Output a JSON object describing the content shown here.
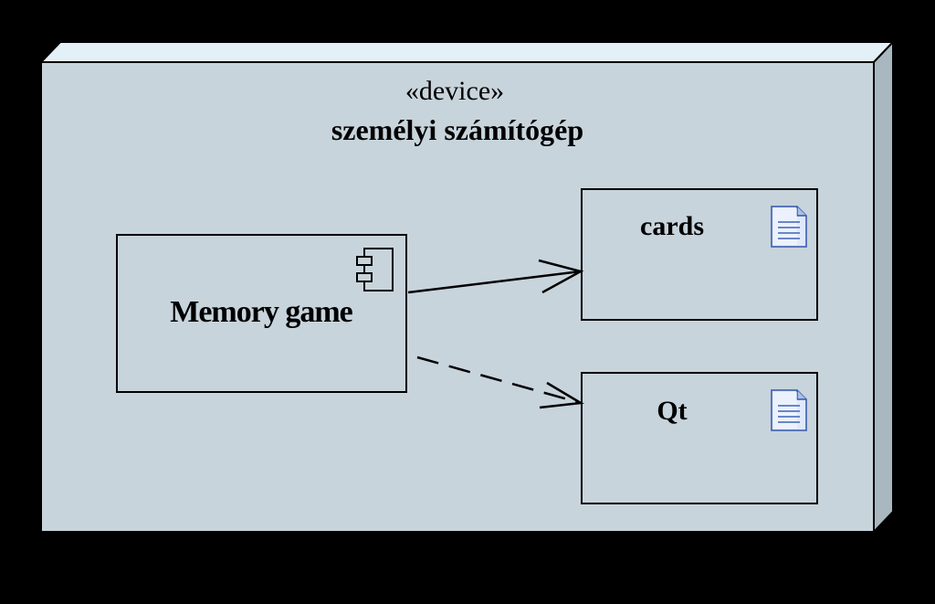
{
  "node": {
    "stereotype": "«device»",
    "name": "személyi számítógép",
    "fill_color": "#c8d4dc",
    "top_color": "#e4f0f8",
    "side_color": "#a9b7c0"
  },
  "component": {
    "name": "Memory game",
    "icon": "component-icon"
  },
  "artifacts": [
    {
      "name": "cards",
      "icon": "document-icon"
    },
    {
      "name": "Qt",
      "icon": "document-icon"
    }
  ],
  "connections": [
    {
      "from": "Memory game",
      "to": "cards",
      "style": "solid",
      "arrow": "open"
    },
    {
      "from": "Memory game",
      "to": "Qt",
      "style": "dashed",
      "arrow": "open"
    }
  ]
}
